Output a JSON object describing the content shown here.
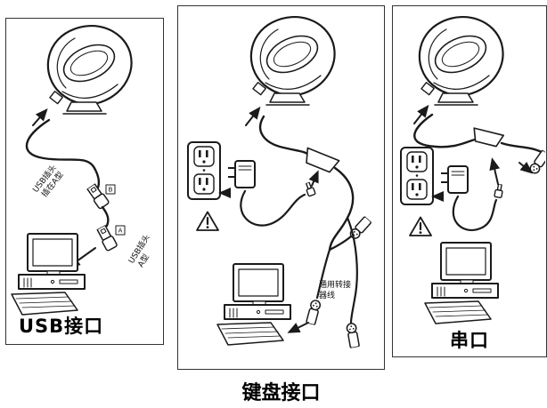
{
  "panels": [
    {
      "id": "usb",
      "label": "USB接口",
      "notes": {
        "cable_line1": "USB插头",
        "cable_line2": "插在A型",
        "mid_letter": "B",
        "end_line1": "USB插头",
        "end_line2": "A型",
        "end_letter": "A"
      }
    },
    {
      "id": "keyboard",
      "label": "键盘接口",
      "notes": {
        "adapter_line1": "通用转接",
        "adapter_line2": "器线"
      }
    },
    {
      "id": "serial",
      "label": "串口"
    }
  ]
}
